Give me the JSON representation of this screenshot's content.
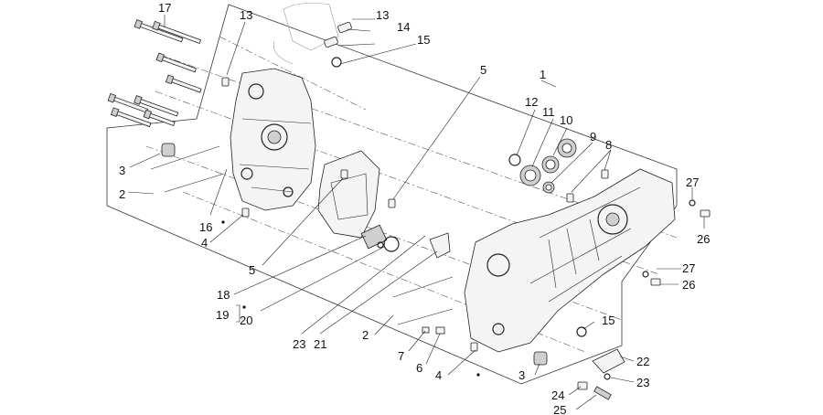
{
  "diagram": {
    "callouts": [
      {
        "id": "c17",
        "text": "17"
      },
      {
        "id": "c13a",
        "text": "13"
      },
      {
        "id": "c13b",
        "text": "13"
      },
      {
        "id": "c14",
        "text": "14"
      },
      {
        "id": "c15a",
        "text": "15"
      },
      {
        "id": "c5a",
        "text": "5"
      },
      {
        "id": "c1",
        "text": "1"
      },
      {
        "id": "c12",
        "text": "12"
      },
      {
        "id": "c11",
        "text": "11"
      },
      {
        "id": "c10",
        "text": "10"
      },
      {
        "id": "c9",
        "text": "9"
      },
      {
        "id": "c8",
        "text": "8"
      },
      {
        "id": "c3a",
        "text": "3"
      },
      {
        "id": "c2a",
        "text": "2"
      },
      {
        "id": "c16",
        "text": "16"
      },
      {
        "id": "c4a",
        "text": "4"
      },
      {
        "id": "c5b",
        "text": "5"
      },
      {
        "id": "c27a",
        "text": "27"
      },
      {
        "id": "c26a",
        "text": "26"
      },
      {
        "id": "c27b",
        "text": "27"
      },
      {
        "id": "c26b",
        "text": "26"
      },
      {
        "id": "c18",
        "text": "18"
      },
      {
        "id": "c19",
        "text": "19"
      },
      {
        "id": "c20",
        "text": "20"
      },
      {
        "id": "c23a",
        "text": "23"
      },
      {
        "id": "c21",
        "text": "21"
      },
      {
        "id": "c2b",
        "text": "2"
      },
      {
        "id": "c15b",
        "text": "15"
      },
      {
        "id": "c7",
        "text": "7"
      },
      {
        "id": "c6",
        "text": "6"
      },
      {
        "id": "c4b",
        "text": "4"
      },
      {
        "id": "c3b",
        "text": "3"
      },
      {
        "id": "c22",
        "text": "22"
      },
      {
        "id": "c23b",
        "text": "23"
      },
      {
        "id": "c24",
        "text": "24"
      },
      {
        "id": "c25",
        "text": "25"
      }
    ]
  }
}
